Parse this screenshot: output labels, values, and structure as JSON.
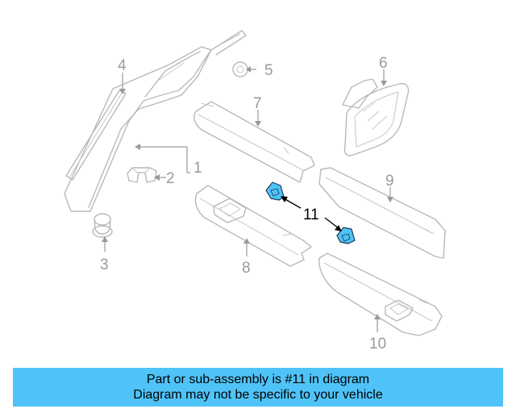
{
  "diagram": {
    "callouts": [
      {
        "id": "c1",
        "label": "1"
      },
      {
        "id": "c2",
        "label": "2"
      },
      {
        "id": "c3",
        "label": "3"
      },
      {
        "id": "c4",
        "label": "4"
      },
      {
        "id": "c5",
        "label": "5"
      },
      {
        "id": "c6",
        "label": "6"
      },
      {
        "id": "c7",
        "label": "7"
      },
      {
        "id": "c8",
        "label": "8"
      },
      {
        "id": "c9",
        "label": "9"
      },
      {
        "id": "c10",
        "label": "10"
      },
      {
        "id": "c11",
        "label": "11"
      }
    ],
    "highlight_color": "#4fc3f7",
    "highlighted_part": "11"
  },
  "banner": {
    "line1": "Part or sub-assembly is #11 in diagram",
    "line2": "Diagram may not be specific to your vehicle",
    "color": "#4fc3f7"
  }
}
